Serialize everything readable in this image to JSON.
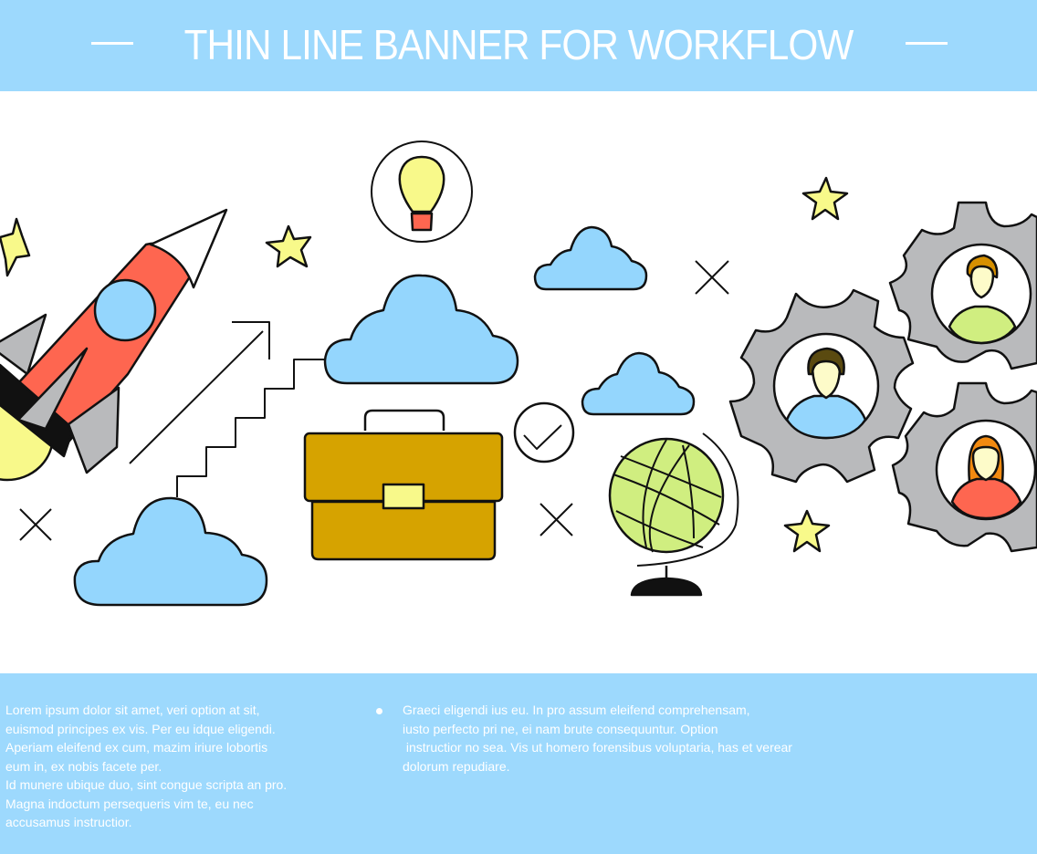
{
  "header": {
    "title": "THIN LINE BANNER FOR WORKFLOW",
    "background": "#9dd9fd"
  },
  "illustration": {
    "icons": [
      "rocket-icon",
      "star-icon",
      "lightbulb-icon",
      "cloud-icon",
      "stairs-arrow-icon",
      "briefcase-icon",
      "checkmark-icon",
      "globe-icon",
      "gear-person-icon",
      "x-mark-icon"
    ],
    "colors": {
      "cloud": "#94d6fd",
      "rocket_body": "#fe6650",
      "rocket_fin": "#b9babc",
      "star": "#f8f98a",
      "briefcase": "#d6a300",
      "globe": "#d0ee80",
      "gear": "#b9babc",
      "outline": "#111111"
    }
  },
  "footer": {
    "left_lines": [
      "Lorem ipsum dolor sit amet, veri option at sit,",
      "euismod principes ex vis. Per eu idque eligendi.",
      "Aperiam eleifend ex cum, mazim iriure lobortis",
      "eum in, ex nobis facete per.",
      "Id munere ubique duo, sint congue scripta an pro.",
      "Magna indoctum persequeris vim te, eu nec",
      "accusamus instructior."
    ],
    "right_lines": [
      "Graeci eligendi ius eu. In pro assum eleifend comprehensam,",
      "iusto perfecto pri ne, ei nam brute consequuntur. Option",
      " instructior no sea. Vis ut homero forensibus voluptaria, has et verear",
      "dolorum repudiare."
    ]
  }
}
